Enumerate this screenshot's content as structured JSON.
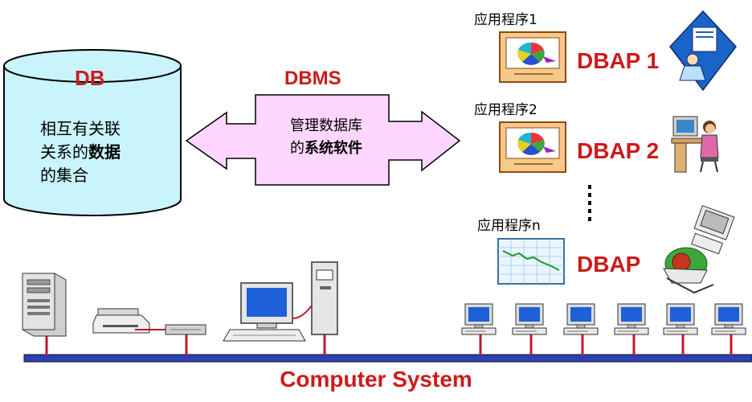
{
  "db": {
    "title": "DB",
    "desc_line1": "相互有关联",
    "desc_line2_normal": "关系的",
    "desc_line2_bold": "数据",
    "desc_line3": "的集合"
  },
  "dbms": {
    "title": "DBMS",
    "desc_line1": "管理数据库",
    "desc_line2_normal": "的",
    "desc_line2_bold": "系统软件"
  },
  "apps": [
    {
      "name": "应用程序1",
      "label": "DBAP 1"
    },
    {
      "name": "应用程序2",
      "label": "DBAP 2"
    },
    {
      "name": "应用程序n",
      "label": "DBAP"
    }
  ],
  "footer": "Computer System",
  "colors": {
    "db_fill": "#c9f4fb",
    "dbms_fill": "#ffd6ff",
    "app_frame": "#f5c98a",
    "app_border": "#8a4b12",
    "title_red": "#cc1b1b",
    "bus_blue": "#2d3fb5",
    "monitor_screen": "#1e60d8"
  }
}
